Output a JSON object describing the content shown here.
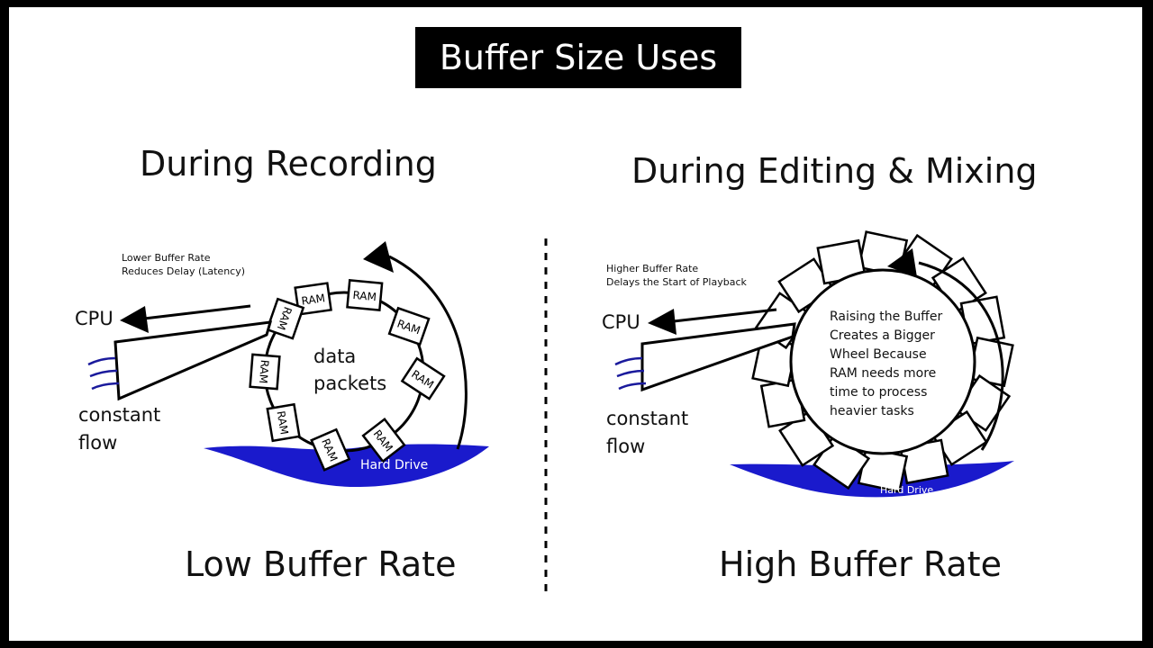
{
  "title": "Buffer Size Uses",
  "left": {
    "heading": "During Recording",
    "note_line1": "Lower Buffer Rate",
    "note_line2": "Reduces Delay (Latency)",
    "cpu_label": "CPU",
    "flow_line1": "constant",
    "flow_line2": "flow",
    "center_line1": "data",
    "center_line2": "packets",
    "ram_label": "RAM",
    "drive_label": "Hard Drive",
    "footer": "Low Buffer Rate"
  },
  "right": {
    "heading": "During Editing & Mixing",
    "note_line1": "Higher Buffer Rate",
    "note_line2": "Delays the Start of Playback",
    "cpu_label": "CPU",
    "flow_line1": "constant",
    "flow_line2": "flow",
    "wheel_text": [
      "Raising the Buffer",
      "Creates a Bigger",
      "Wheel Because",
      "RAM needs more",
      "time to process",
      "heavier tasks"
    ],
    "drive_label": "Hard Drive",
    "footer": "High Buffer Rate"
  },
  "colors": {
    "water": "#1a1acc",
    "ink": "#000000",
    "background": "#ffffff",
    "frame": "#000000"
  }
}
